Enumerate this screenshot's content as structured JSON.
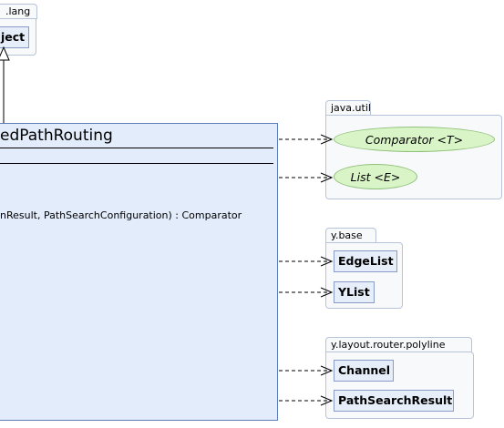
{
  "packages": {
    "java_lang": {
      "label": ".lang"
    },
    "java_util": {
      "label": "java.util"
    },
    "y_base": {
      "label": "y.base"
    },
    "y_layout_router_polyline": {
      "label": "y.layout.router.polyline"
    }
  },
  "classes": {
    "object": "ject",
    "edge_list": "EdgeList",
    "y_list": "YList",
    "channel": "Channel",
    "path_search_result": "PathSearchResult"
  },
  "interfaces": {
    "comparator": "Comparator <T>",
    "list": "List <E>"
  },
  "main_class": {
    "name": "edPathRouting",
    "method": "nResult, PathSearchConfiguration) : Comparator"
  },
  "colors": {
    "class_fill": "#e6eefa",
    "interface_fill": "#d9f5c8",
    "package_fill": "#f8f9fb",
    "main_fill": "#e2ecfb"
  }
}
